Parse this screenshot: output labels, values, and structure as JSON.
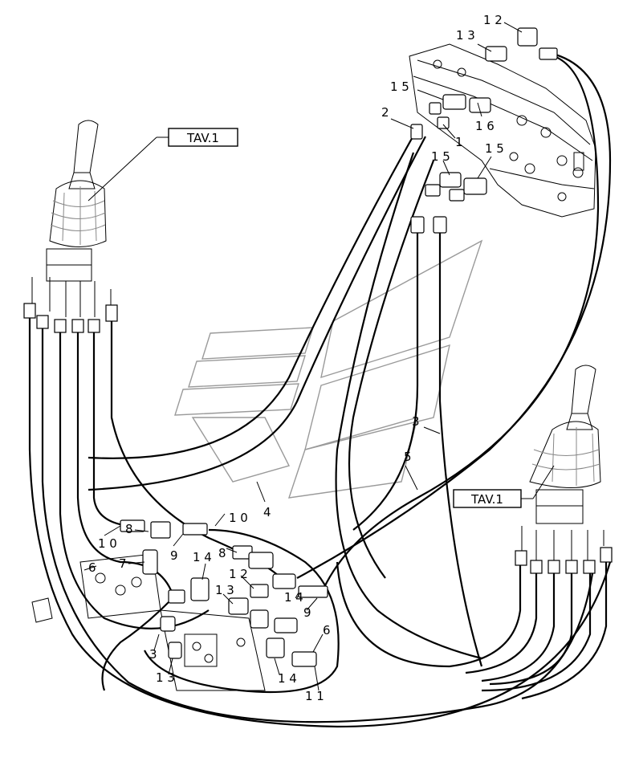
{
  "tav_labels": {
    "left": "TAV.1",
    "right": "TAV.1"
  },
  "callouts": {
    "c12_top": "1 2",
    "c13_top": "1 3",
    "c15_a": "1 5",
    "c2": "2",
    "c16": "1 6",
    "c1": "1",
    "c15_b": "1 5",
    "c15_c": "1 5",
    "c3_right": "3",
    "c5": "5",
    "c10_mid": "1 0",
    "c4_mid": "4",
    "c10_left": "1 0",
    "c8_left": "8",
    "c9_left": "9",
    "c14_mid": "1 4",
    "c8_mid": "8",
    "c7": "7",
    "c6_left": "6",
    "c12_mid": "1 2",
    "c13_mid": "1 3",
    "c14_b": "1 4",
    "c9_right": "9",
    "c6_right": "6",
    "c3_left": "3",
    "c13_bottom": "1 3",
    "c14_bottom": "1 4",
    "c11": "1 1"
  }
}
